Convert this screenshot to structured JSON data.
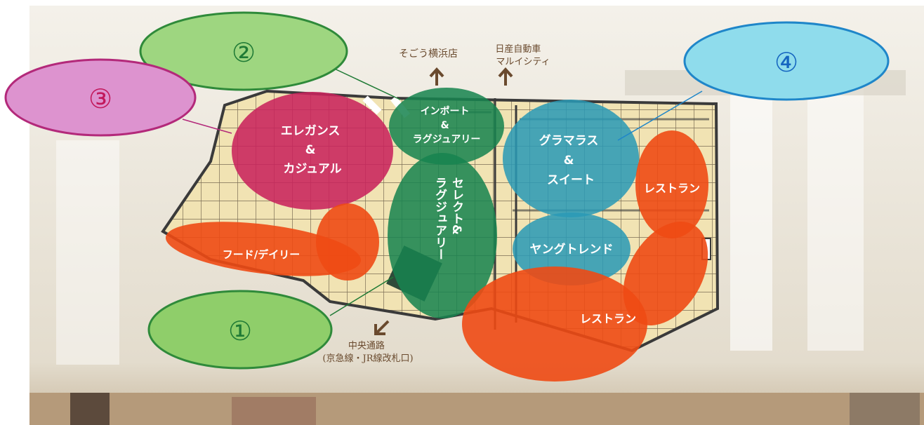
{
  "callouts": [
    {
      "id": "c1",
      "label": "①",
      "color": "#8fce6a",
      "stroke": "#2f8a3a",
      "text_color": "#1f7a35"
    },
    {
      "id": "c2",
      "label": "②",
      "color": "#9ed680",
      "stroke": "#2f8a3a",
      "text_color": "#1f7a35"
    },
    {
      "id": "c3",
      "label": "③",
      "color": "#dd93cf",
      "stroke": "#b3297a",
      "text_color": "#c2185b"
    },
    {
      "id": "c4",
      "label": "④",
      "color": "#8fdcec",
      "stroke": "#1f86c9",
      "text_color": "#1565c0"
    }
  ],
  "zones": {
    "elegance": {
      "lines": [
        "エレガンス",
        "&",
        "カジュアル"
      ],
      "color": "#c8235c"
    },
    "import": {
      "lines": [
        "インポート",
        "&",
        "ラグジュアリー"
      ],
      "color": "#17834f"
    },
    "select": {
      "lines": [
        "セレクト&",
        "ラグジュアリー"
      ],
      "color": "#17834f"
    },
    "glamorous": {
      "lines": [
        "グラマラス",
        "&",
        "スイート"
      ],
      "color": "#2a9ab6"
    },
    "young": {
      "lines": [
        "ヤングトレンド"
      ],
      "color": "#2a9ab6"
    },
    "restaurant_right": {
      "lines": [
        "レストラン"
      ],
      "color": "#ee4a14"
    },
    "restaurant_bottom": {
      "lines": [
        "レストラン"
      ],
      "color": "#ee4a14"
    },
    "food": {
      "lines": [
        "フード/デイリー"
      ],
      "color": "#ee4a14"
    }
  },
  "directions": {
    "sogo": {
      "text": "そごう横浜店",
      "arrow": "up-arrow"
    },
    "nissan": {
      "lines": [
        "日産自動車",
        "マルイシティ"
      ],
      "arrow": "up-arrow"
    },
    "central": {
      "lines": [
        "中央通路",
        "(京急線・JR線改札口)"
      ],
      "arrow": "down-left-arrow"
    }
  },
  "colors": {
    "floor": "#f1e3b3",
    "wall": "#3a3a3a",
    "background": "#e9e3d6"
  }
}
